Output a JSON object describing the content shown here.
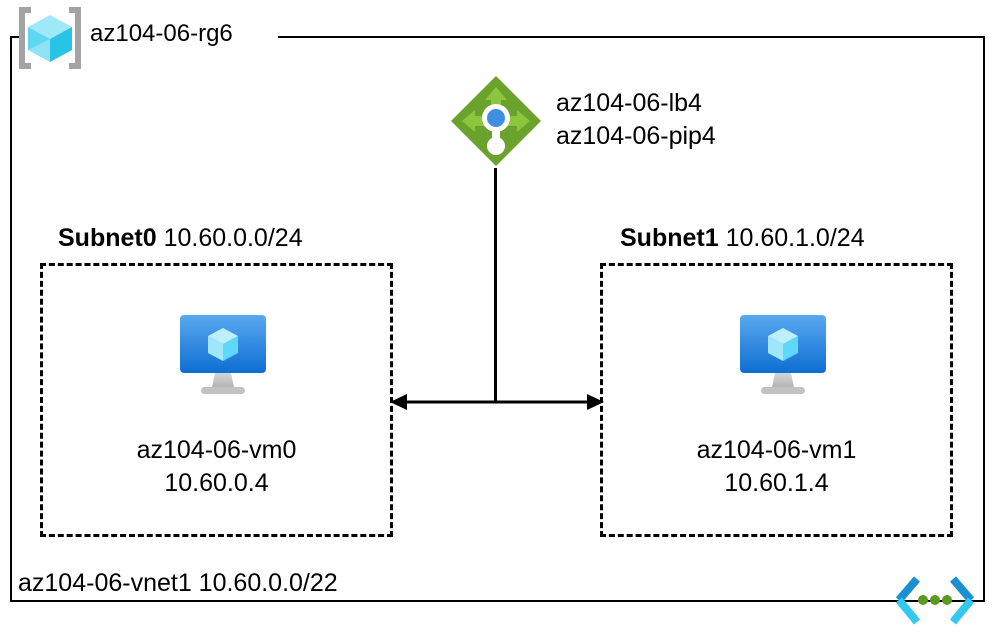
{
  "diagram": {
    "title": "Azure resource group network topology",
    "colors": {
      "line": "#000000",
      "background": "#ffffff",
      "rg_cube_light": "#9fe8f7",
      "rg_cube_mid": "#3fd6f2",
      "rg_cube_dark": "#22b8d9",
      "rg_bracket": "#a3a3a3",
      "lb_diamond": "#6aa22b",
      "lb_arrow": "#8cc63f",
      "lb_dot": "#3f8fe0",
      "vm_screen_top": "#4fa3ef",
      "vm_screen_bottom": "#1170d4",
      "vm_stand": "#c8c8c8",
      "vnet_bracket_blue": "#1a8fd1",
      "vnet_bracket_cyan": "#32c8f0",
      "vnet_dot_green": "#5b9b22"
    }
  },
  "resource_group": {
    "icon": "resource-group-cube-icon",
    "label": "az104-06-rg6"
  },
  "load_balancer": {
    "icon": "load-balancer-icon",
    "labels": [
      "az104-06-lb4",
      "az104-06-pip4"
    ]
  },
  "subnets": [
    {
      "id": "subnet0",
      "name": "Subnet0",
      "cidr": "10.60.0.0/24",
      "vm": {
        "icon": "virtual-machine-icon",
        "name": "az104-06-vm0",
        "ip": "10.60.0.4"
      }
    },
    {
      "id": "subnet1",
      "name": "Subnet1",
      "cidr": "10.60.1.0/24",
      "vm": {
        "icon": "virtual-machine-icon",
        "name": "az104-06-vm1",
        "ip": "10.60.1.4"
      }
    }
  ],
  "vnet": {
    "label": "az104-06-vnet1 10.60.0.0/22",
    "icon": "virtual-network-icon"
  },
  "connectors": [
    {
      "name": "lb-to-subnet-link",
      "type": "vertical-line"
    },
    {
      "name": "subnet0-subnet1-link",
      "type": "double-headed-arrow"
    }
  ]
}
